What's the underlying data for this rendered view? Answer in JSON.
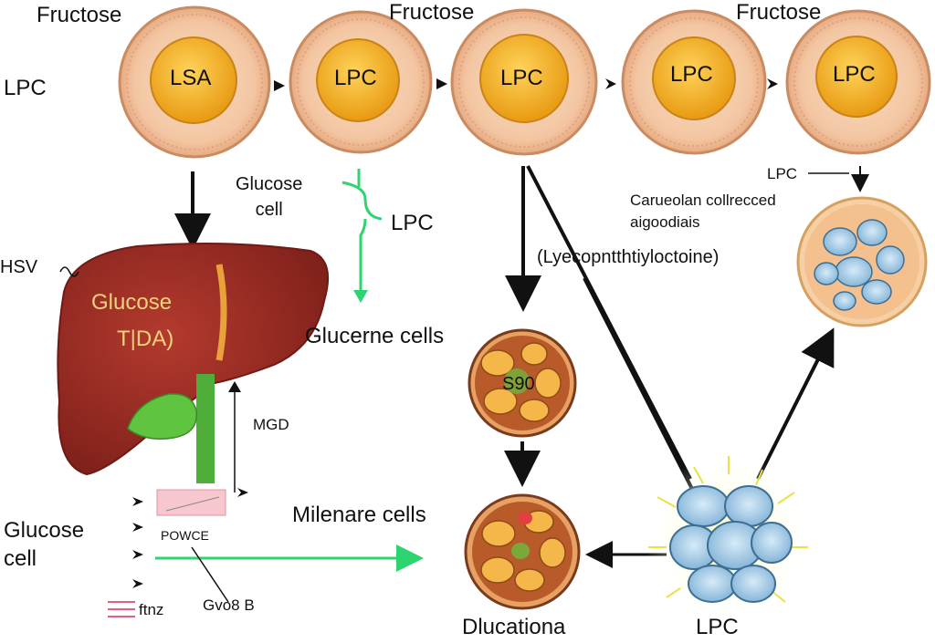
{
  "top_labels": {
    "fructose_1": "Fructose",
    "fructose_2": "Fructose",
    "fructose_3": "Fructose",
    "lpc_side": "LPC"
  },
  "top_cells": [
    "LSA",
    "LPC",
    "LPC",
    "LPC",
    "LPC"
  ],
  "middle": {
    "glucose_cell": "Glucose\ncell",
    "lpc_branch": "LPC",
    "lpc_pointer": "LPC",
    "carueolan": "Carueolan collrecced\naigoodiais",
    "lyecop": "(Lyecopntthtiyloctoine)",
    "hsv": "HSV",
    "glucerne_cells": "Glucerne cells",
    "s_cell": "S90"
  },
  "liver": {
    "line1": "Glucose",
    "line2": "T|DA)"
  },
  "bottom": {
    "mid_label": "MGD",
    "glucose_cell": "Glucose\ncell",
    "milenare": "Milenare cells",
    "powce": "POWCE",
    "squiggle_1": "ftnz",
    "squiggle_2": "Gvo8 B",
    "dlucation": "Dlucationa",
    "lpc_bottom": "LPC"
  },
  "colors": {
    "cell_outer": "#f3c6a2",
    "cell_ring": "#c8905f",
    "nucleus": "#f3b32a",
    "liver": "#9a2a22",
    "gall": "#4fae3a",
    "green_arrow": "#2ed46f",
    "blue_cell": "#9cc4e2"
  }
}
